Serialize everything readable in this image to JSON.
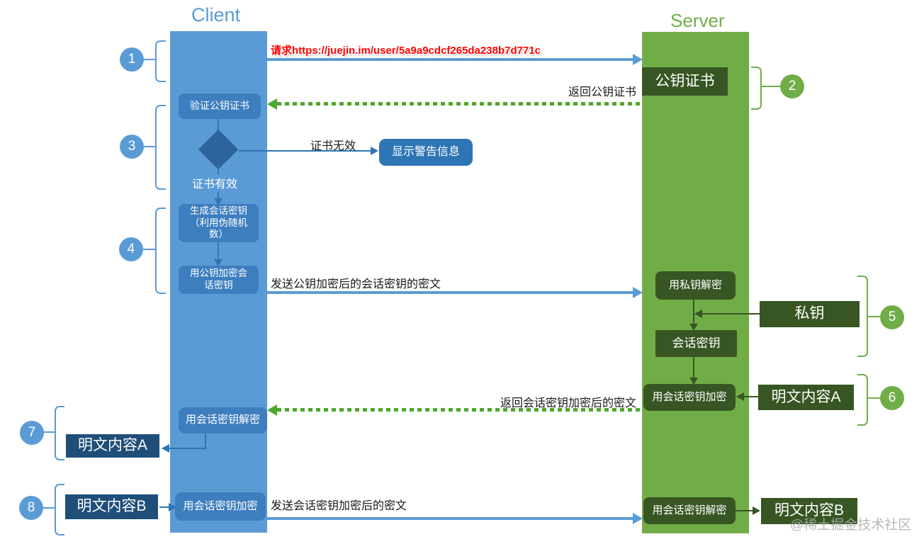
{
  "titles": {
    "client": "Client",
    "server": "Server"
  },
  "step_numbers": {
    "n1": "1",
    "n2": "2",
    "n3": "3",
    "n4": "4",
    "n5": "5",
    "n6": "6",
    "n7": "7",
    "n8": "8"
  },
  "client": {
    "verify_cert_box": "验证公钥证书",
    "cert_invalid_label": "证书无效",
    "warning_box": "显示警告信息",
    "cert_valid_label": "证书有效",
    "generate_session_key_box": "生成会话密钥\n（利用伪随机\n数）",
    "encrypt_session_key_box": "用公钥加密会\n话密钥",
    "decrypt_with_session_key_box": "用会话密钥解密",
    "plaintext_a_box": "明文内容A",
    "plaintext_b_box": "明文内容B",
    "encrypt_with_session_key_box": "用会话密钥加密"
  },
  "server": {
    "public_key_cert_box": "公钥证书",
    "decrypt_with_private_key_box": "用私钥解密",
    "private_key_box": "私钥",
    "session_key_box": "会话密钥",
    "encrypt_with_session_key_box": "用会话密钥加密",
    "plaintext_a_box": "明文内容A",
    "decrypt_with_session_key_box": "用会话密钥解密",
    "plaintext_b_box": "明文内容B"
  },
  "messages": {
    "request_url": "请求https://juejin.im/user/5a9a9cdcf265da238b7d771c",
    "return_public_key_cert": "返回公钥证书",
    "send_session_key_ciphertext": "发送公钥加密后的会话密钥的密文",
    "return_encrypted_ciphertext": "返回会话密钥加密后的密文",
    "send_encrypted_ciphertext": "发送会话密钥加密后的密文"
  },
  "watermark": "@稀土掘金技术社区",
  "colors": {
    "client_blue": "#5B9BD5",
    "client_box_blue": "#3D7EBF",
    "client_dark_navy": "#1F4E79",
    "warning_blue": "#2E75B6",
    "server_green": "#71AD47",
    "server_dark_green": "#375623",
    "dotted_arrow_green": "#4EA72E",
    "request_text_red": "#FF0000"
  }
}
